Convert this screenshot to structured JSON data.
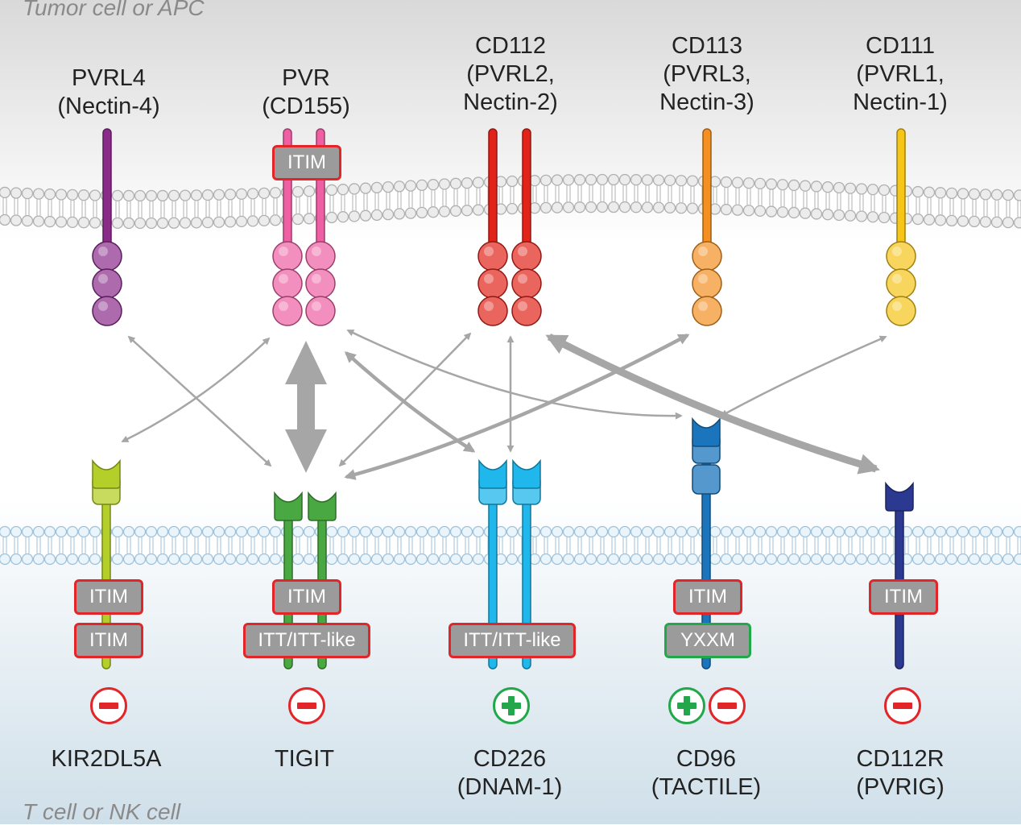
{
  "regions": {
    "top": "Tumor cell or APC",
    "bottom": "T cell or NK cell"
  },
  "ligands": [
    {
      "id": "pvrl4",
      "line1": "PVRL4",
      "line2": "(Nectin-4)",
      "line3": "",
      "color": "#8a2b8a"
    },
    {
      "id": "pvr",
      "line1": "PVR",
      "line2": "(CD155)",
      "line3": "",
      "color": "#ee5fa3",
      "motif": "ITIM"
    },
    {
      "id": "cd112",
      "line1": "CD112",
      "line2": "(PVRL2,",
      "line3": "Nectin-2)",
      "color": "#e2231a"
    },
    {
      "id": "cd113",
      "line1": "CD113",
      "line2": "(PVRL3,",
      "line3": "Nectin-3)",
      "color": "#f39021"
    },
    {
      "id": "cd111",
      "line1": "CD111",
      "line2": "(PVRL1,",
      "line3": "Nectin-1)",
      "color": "#f5c518"
    }
  ],
  "receptors": [
    {
      "id": "kir2dl5a",
      "line1": "KIR2DL5A",
      "line2": "",
      "color": "#b5cf2a",
      "motifs": [
        "ITIM",
        "ITIM"
      ],
      "signals": [
        "inhibitory"
      ]
    },
    {
      "id": "tigit",
      "line1": "TIGIT",
      "line2": "",
      "color": "#4aa842",
      "motifs": [
        "ITIM",
        "ITT/ITT-like"
      ],
      "signals": [
        "inhibitory"
      ]
    },
    {
      "id": "cd226",
      "line1": "CD226",
      "line2": "(DNAM-1)",
      "color": "#1fb7ec",
      "motifs": [
        "ITT/ITT-like"
      ],
      "signals": [
        "activating"
      ]
    },
    {
      "id": "cd96",
      "line1": "CD96",
      "line2": "(TACTILE)",
      "color": "#1b75bc",
      "motifs": [
        "ITIM",
        "YXXM"
      ],
      "signals": [
        "activating",
        "inhibitory"
      ]
    },
    {
      "id": "cd112r",
      "line1": "CD112R",
      "line2": "(PVRIG)",
      "color": "#2b3990",
      "motifs": [
        "ITIM"
      ],
      "signals": [
        "inhibitory"
      ]
    }
  ],
  "interactions": [
    {
      "from": "pvrl4",
      "to": "tigit",
      "strength": "weak"
    },
    {
      "from": "pvr",
      "to": "kir2dl5a",
      "strength": "weak"
    },
    {
      "from": "pvr",
      "to": "tigit",
      "strength": "strong"
    },
    {
      "from": "pvr",
      "to": "cd226",
      "strength": "medium"
    },
    {
      "from": "pvr",
      "to": "cd96",
      "strength": "weak"
    },
    {
      "from": "cd112",
      "to": "tigit",
      "strength": "weak"
    },
    {
      "from": "cd112",
      "to": "cd226",
      "strength": "weak"
    },
    {
      "from": "cd112",
      "to": "cd112r",
      "strength": "strong"
    },
    {
      "from": "cd113",
      "to": "tigit",
      "strength": "medium"
    },
    {
      "from": "cd111",
      "to": "cd96",
      "strength": "weak"
    }
  ]
}
